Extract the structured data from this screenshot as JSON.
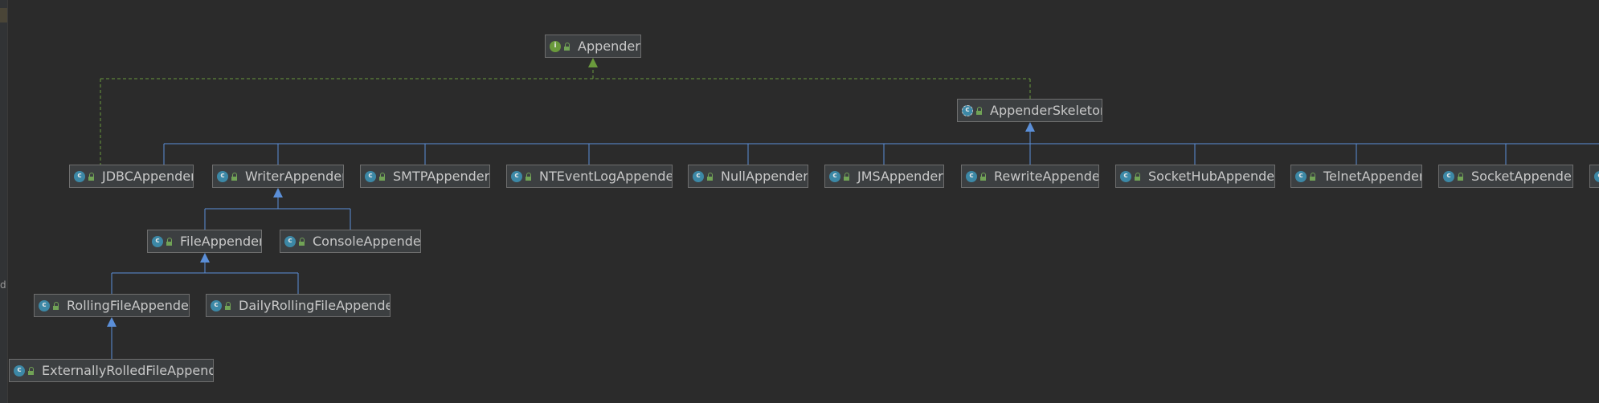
{
  "diagram": {
    "edge_colors": {
      "implements": "#6a9a3c",
      "extends": "#5b8fd8"
    },
    "nodes": [
      {
        "id": "appender",
        "label": "Appender",
        "kind": "interface",
        "icon": "interface-icon"
      },
      {
        "id": "appender-skeleton",
        "label": "AppenderSkeleton",
        "kind": "abstract-class",
        "icon": "abstract-class-icon"
      },
      {
        "id": "jdbc",
        "label": "JDBCAppender",
        "kind": "class",
        "icon": "class-icon"
      },
      {
        "id": "writer",
        "label": "WriterAppender",
        "kind": "class",
        "icon": "class-icon"
      },
      {
        "id": "smtp",
        "label": "SMTPAppender",
        "kind": "class",
        "icon": "class-icon"
      },
      {
        "id": "nteventlog",
        "label": "NTEventLogAppender",
        "kind": "class",
        "icon": "class-icon"
      },
      {
        "id": "null",
        "label": "NullAppender",
        "kind": "class",
        "icon": "class-icon"
      },
      {
        "id": "jms",
        "label": "JMSAppender",
        "kind": "class",
        "icon": "class-icon"
      },
      {
        "id": "rewrite",
        "label": "RewriteAppender",
        "kind": "class",
        "icon": "class-icon"
      },
      {
        "id": "sockethub",
        "label": "SocketHubAppender",
        "kind": "class",
        "icon": "class-icon"
      },
      {
        "id": "telnet",
        "label": "TelnetAppender",
        "kind": "class",
        "icon": "class-icon"
      },
      {
        "id": "socket",
        "label": "SocketAppender",
        "kind": "class",
        "icon": "class-icon"
      },
      {
        "id": "cut-off",
        "label": "",
        "kind": "class",
        "icon": "class-icon"
      },
      {
        "id": "file",
        "label": "FileAppender",
        "kind": "class",
        "icon": "class-icon"
      },
      {
        "id": "console",
        "label": "ConsoleAppender",
        "kind": "class",
        "icon": "class-icon"
      },
      {
        "id": "rollingfile",
        "label": "RollingFileAppender",
        "kind": "class",
        "icon": "class-icon"
      },
      {
        "id": "dailyrolling",
        "label": "DailyRollingFileAppender",
        "kind": "class",
        "icon": "class-icon"
      },
      {
        "id": "externallyrolled",
        "label": "ExternallyRolledFileAppender",
        "kind": "class",
        "icon": "class-icon"
      }
    ],
    "edges": [
      {
        "from": "appender-skeleton",
        "to": "appender",
        "type": "implements"
      },
      {
        "from": "jdbc",
        "to": "appender",
        "type": "implements"
      },
      {
        "from": "jdbc",
        "to": "appender-skeleton",
        "type": "extends"
      },
      {
        "from": "writer",
        "to": "appender-skeleton",
        "type": "extends"
      },
      {
        "from": "smtp",
        "to": "appender-skeleton",
        "type": "extends"
      },
      {
        "from": "nteventlog",
        "to": "appender-skeleton",
        "type": "extends"
      },
      {
        "from": "null",
        "to": "appender-skeleton",
        "type": "extends"
      },
      {
        "from": "jms",
        "to": "appender-skeleton",
        "type": "extends"
      },
      {
        "from": "rewrite",
        "to": "appender-skeleton",
        "type": "extends"
      },
      {
        "from": "sockethub",
        "to": "appender-skeleton",
        "type": "extends"
      },
      {
        "from": "telnet",
        "to": "appender-skeleton",
        "type": "extends"
      },
      {
        "from": "socket",
        "to": "appender-skeleton",
        "type": "extends"
      },
      {
        "from": "cut-off",
        "to": "appender-skeleton",
        "type": "extends"
      },
      {
        "from": "file",
        "to": "writer",
        "type": "extends"
      },
      {
        "from": "console",
        "to": "writer",
        "type": "extends"
      },
      {
        "from": "rollingfile",
        "to": "file",
        "type": "extends"
      },
      {
        "from": "dailyrolling",
        "to": "file",
        "type": "extends"
      },
      {
        "from": "externallyrolled",
        "to": "rollingfile",
        "type": "extends"
      }
    ]
  },
  "gutter": {
    "fragment": "d"
  }
}
